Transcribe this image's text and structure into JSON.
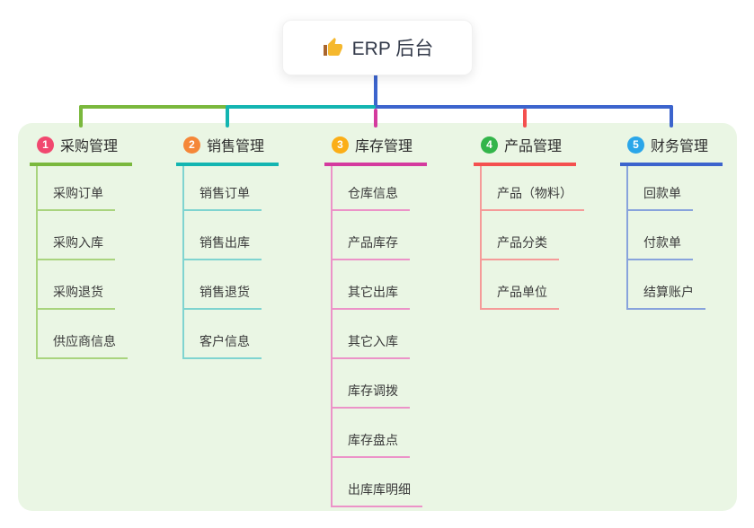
{
  "root": {
    "title": "ERP 后台",
    "icon": "thumbs-up",
    "line_color": "#3c64cd"
  },
  "panel_color": "#eaf6e4",
  "branches": [
    {
      "index": "1",
      "label": "采购管理",
      "badge_color": "#f1486f",
      "line_color": "#7ab83d",
      "light_color": "#a9d47e",
      "children": [
        "采购订单",
        "采购入库",
        "采购退货",
        "供应商信息"
      ]
    },
    {
      "index": "2",
      "label": "销售管理",
      "badge_color": "#f58738",
      "line_color": "#13b5b1",
      "light_color": "#7fd4d0",
      "children": [
        "销售订单",
        "销售出库",
        "销售退货",
        "客户信息"
      ]
    },
    {
      "index": "3",
      "label": "库存管理",
      "badge_color": "#fbae17",
      "line_color": "#d43a9e",
      "light_color": "#ec93c8",
      "children": [
        "仓库信息",
        "产品库存",
        "其它出库",
        "其它入库",
        "库存调拨",
        "库存盘点",
        "出库库明细"
      ]
    },
    {
      "index": "4",
      "label": "产品管理",
      "badge_color": "#33b54a",
      "line_color": "#f4504f",
      "light_color": "#f59b99",
      "children": [
        "产品（物料）",
        "产品分类",
        "产品单位"
      ]
    },
    {
      "index": "5",
      "label": "财务管理",
      "badge_color": "#2ba6e9",
      "line_color": "#3c64cd",
      "light_color": "#88a3dc",
      "children": [
        "回款单",
        "付款单",
        "结算账户"
      ]
    }
  ]
}
